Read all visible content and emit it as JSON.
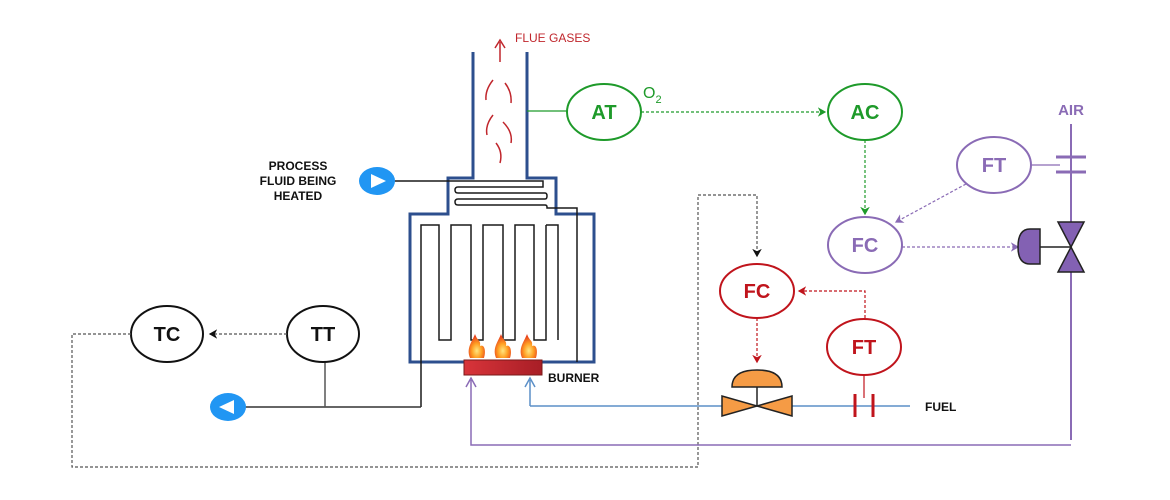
{
  "labels": {
    "flue_gases": "FLUE GASES",
    "process_fluid_line1": "PROCESS",
    "process_fluid_line2": "FLUID BEING",
    "process_fluid_line3": "HEATED",
    "burner": "BURNER",
    "fuel": "FUEL",
    "air": "AIR",
    "o2_main": "O",
    "o2_sub": "2"
  },
  "instruments": {
    "at": "AT",
    "ac": "AC",
    "ft_air": "FT",
    "fc_air": "FC",
    "fc_fuel": "FC",
    "ft_fuel": "FT",
    "tc": "TC",
    "tt": "TT"
  },
  "colors": {
    "furnace": "#2d4f8e",
    "tubes": "#1a1a1a",
    "flue": "#c0262c",
    "analyzer": "#1e9a2a",
    "air_loop": "#8a6bb5",
    "fuel_loop": "#c0141c",
    "fuel_line": "#5b8fc7",
    "valve_fuel": "#f59b45",
    "valve_air": "#8361b3",
    "stream_arrow": "#2196f3",
    "temp_loop": "#111111",
    "burner": "#c0262c"
  }
}
